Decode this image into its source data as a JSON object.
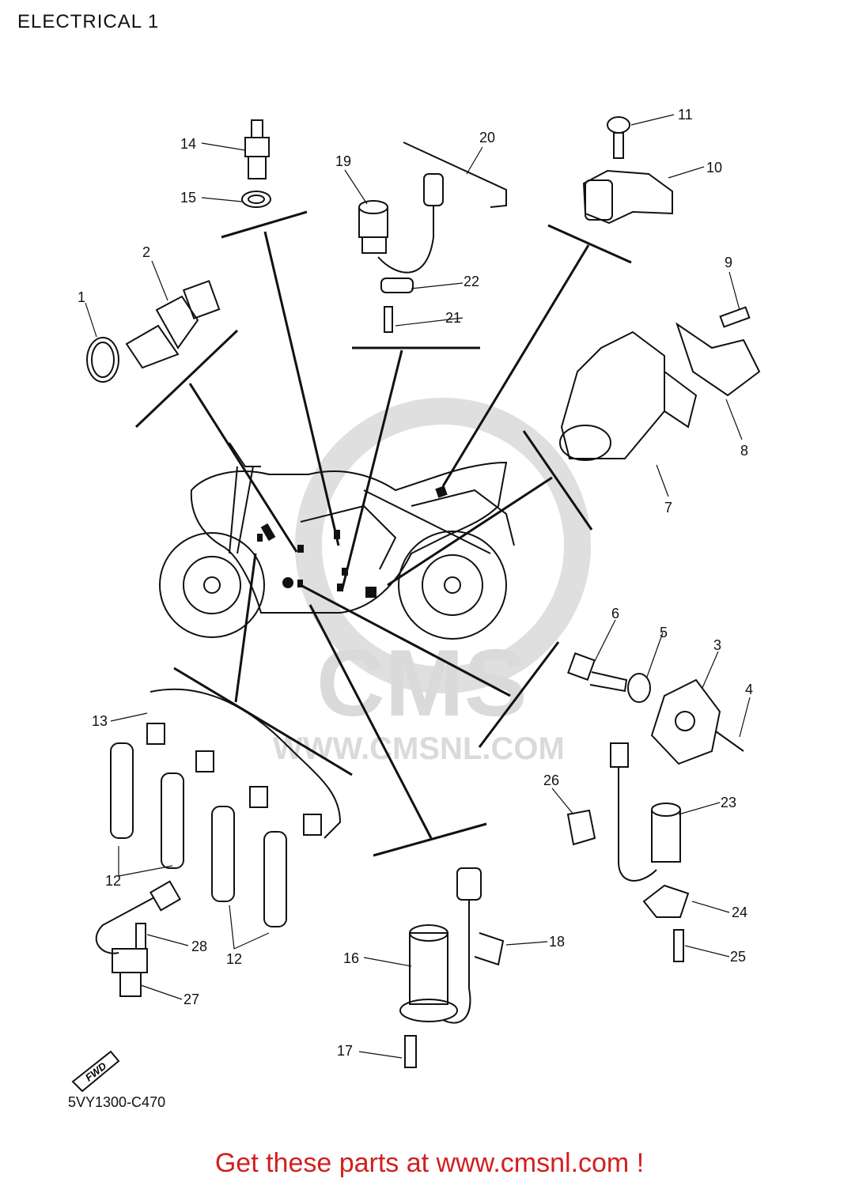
{
  "title": "ELECTRICAL 1",
  "diagram_code": "5VY1300-C470",
  "footer_text": "Get these parts at www.cmsnl.com !",
  "watermark": {
    "brand": "CMS",
    "url": "WWW.CMSNL.COM",
    "color": "#d6d6d6"
  },
  "fwd_label": "FWD",
  "accent_color": "#d21f1f",
  "callouts": [
    "1",
    "2",
    "3",
    "4",
    "5",
    "6",
    "7",
    "8",
    "9",
    "10",
    "11",
    "12",
    "13",
    "14",
    "15",
    "16",
    "17",
    "18",
    "19",
    "20",
    "21",
    "22",
    "23",
    "24",
    "25",
    "26",
    "27",
    "28"
  ]
}
